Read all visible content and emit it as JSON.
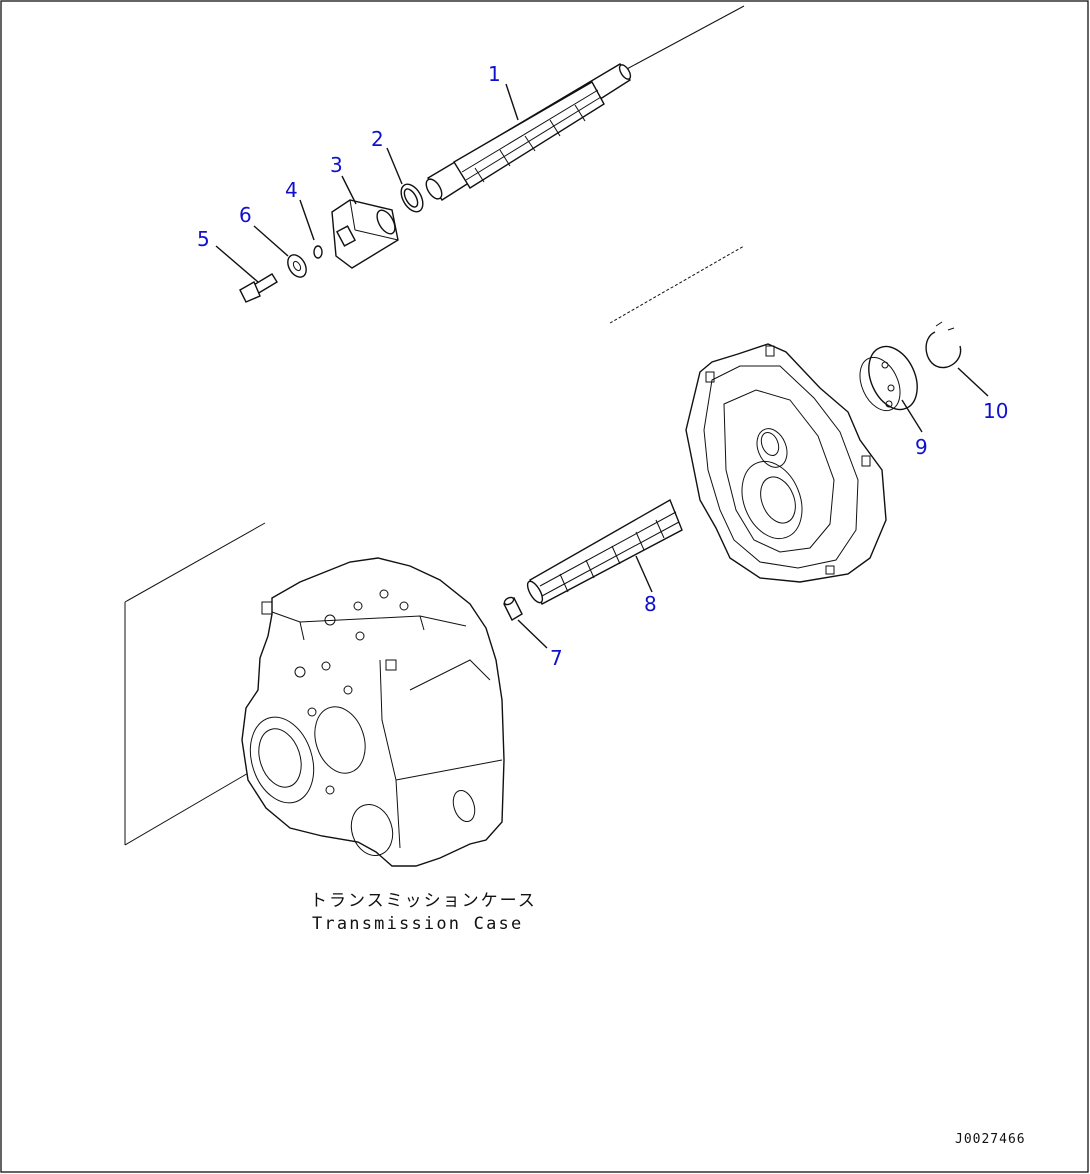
{
  "diagram": {
    "callouts": [
      {
        "id": "1",
        "text": "1"
      },
      {
        "id": "2",
        "text": "2"
      },
      {
        "id": "3",
        "text": "3"
      },
      {
        "id": "4",
        "text": "4"
      },
      {
        "id": "5",
        "text": "5"
      },
      {
        "id": "6",
        "text": "6"
      },
      {
        "id": "7",
        "text": "7"
      },
      {
        "id": "8",
        "text": "8"
      },
      {
        "id": "9",
        "text": "9"
      },
      {
        "id": "10",
        "text": "10"
      }
    ],
    "caption": {
      "japanese": "トランスミッションケース",
      "english": "Transmission Case"
    },
    "drawing_code": "J0027466",
    "colors": {
      "callout": "#1111cc",
      "line": "#111111",
      "background": "#ffffff"
    }
  }
}
